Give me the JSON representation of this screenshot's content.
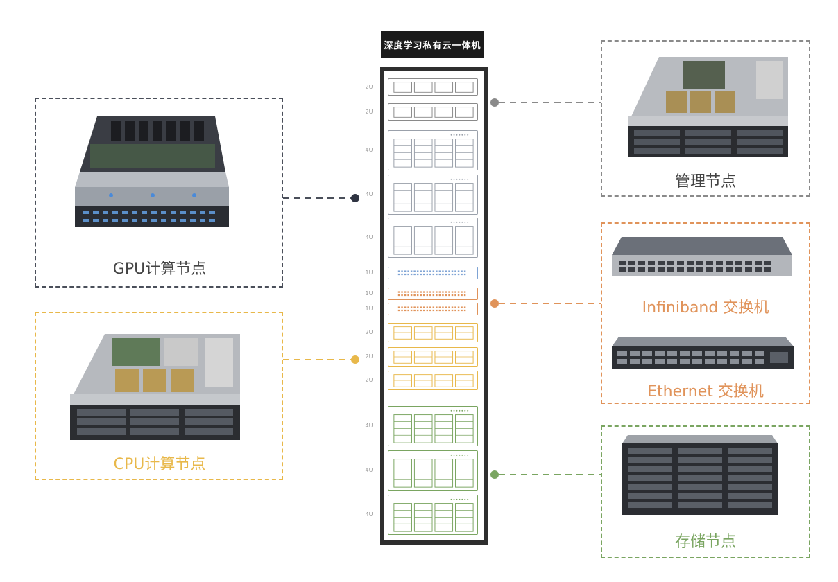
{
  "title": "深度学习私有云一体机",
  "colors": {
    "gpu": "#4a4f5a",
    "cpu": "#e8b84a",
    "mgmt": "#8a8a8a",
    "switch": "#e0935a",
    "storage": "#7aa561",
    "rack": "#2e2e2e"
  },
  "groups": {
    "gpu_label": "GPU计算节点",
    "cpu_label": "CPU计算节点",
    "mgmt_label": "管理节点",
    "infiniband_label": "Infiniband 交换机",
    "ethernet_label": "Ethernet 交换机",
    "storage_label": "存储节点"
  },
  "rack_units": [
    {
      "u": "2U",
      "category": "mgmt"
    },
    {
      "u": "2U",
      "category": "mgmt"
    },
    {
      "u": "4U",
      "category": "gpu"
    },
    {
      "u": "4U",
      "category": "gpu"
    },
    {
      "u": "4U",
      "category": "gpu"
    },
    {
      "u": "1U",
      "category": "switch-ib"
    },
    {
      "u": "1U",
      "category": "switch-eth"
    },
    {
      "u": "1U",
      "category": "switch-eth"
    },
    {
      "u": "2U",
      "category": "cpu"
    },
    {
      "u": "2U",
      "category": "cpu"
    },
    {
      "u": "2U",
      "category": "cpu"
    },
    {
      "u": "4U",
      "category": "storage"
    },
    {
      "u": "4U",
      "category": "storage"
    },
    {
      "u": "4U",
      "category": "storage"
    }
  ]
}
